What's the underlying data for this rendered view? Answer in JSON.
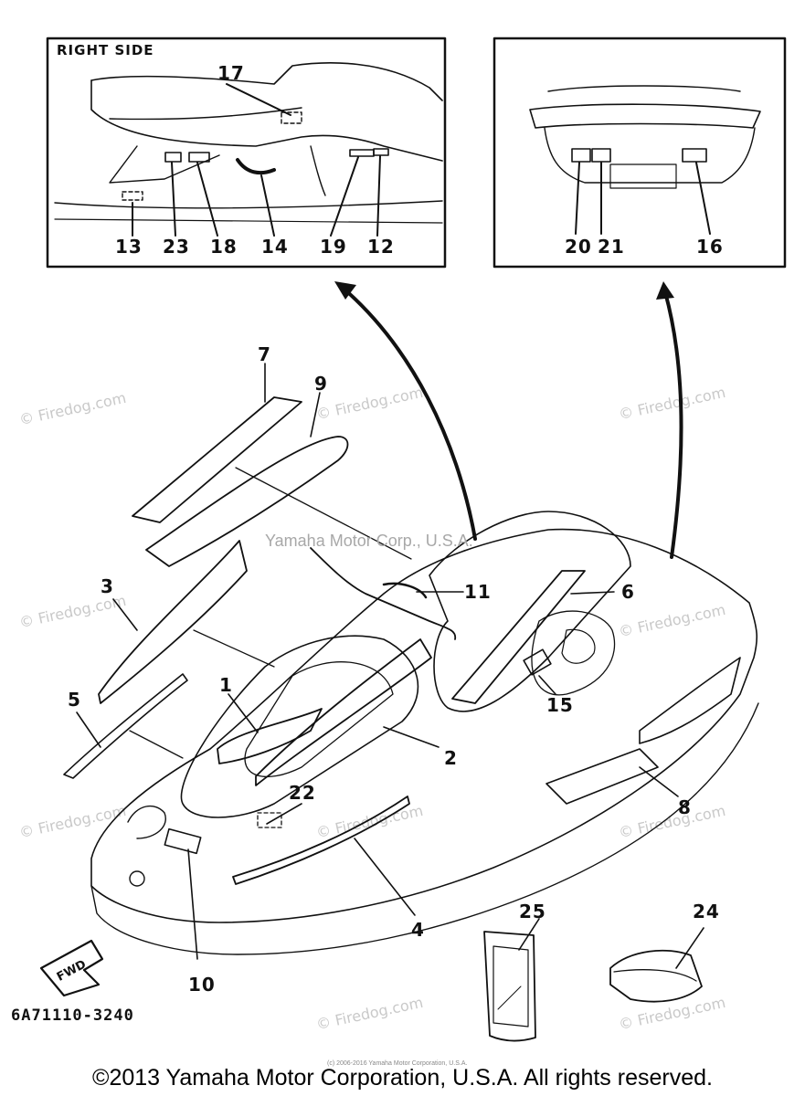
{
  "inset_right": {
    "title": "RIGHT SIDE"
  },
  "callouts": {
    "c1": "1",
    "c2": "2",
    "c3": "3",
    "c4": "4",
    "c5": "5",
    "c6": "6",
    "c7": "7",
    "c8": "8",
    "c9": "9",
    "c10": "10",
    "c11": "11",
    "c12": "12",
    "c13": "13",
    "c14": "14",
    "c15": "15",
    "c16": "16",
    "c17": "17",
    "c18": "18",
    "c19": "19",
    "c20": "20",
    "c21": "21",
    "c22": "22",
    "c23": "23",
    "c24": "24",
    "c25": "25"
  },
  "center_watermark": "Yamaha Motor Corp., U.S.A.",
  "watermark": "© Firedog.com",
  "fwd_label": "FWD",
  "part_number": "6A71110-3240",
  "small_copyright": "(c) 2006-2016 Yamaha Motor Corporation, U.S.A.",
  "copyright": "©2013 Yamaha Motor Corporation, U.S.A. All rights reserved."
}
